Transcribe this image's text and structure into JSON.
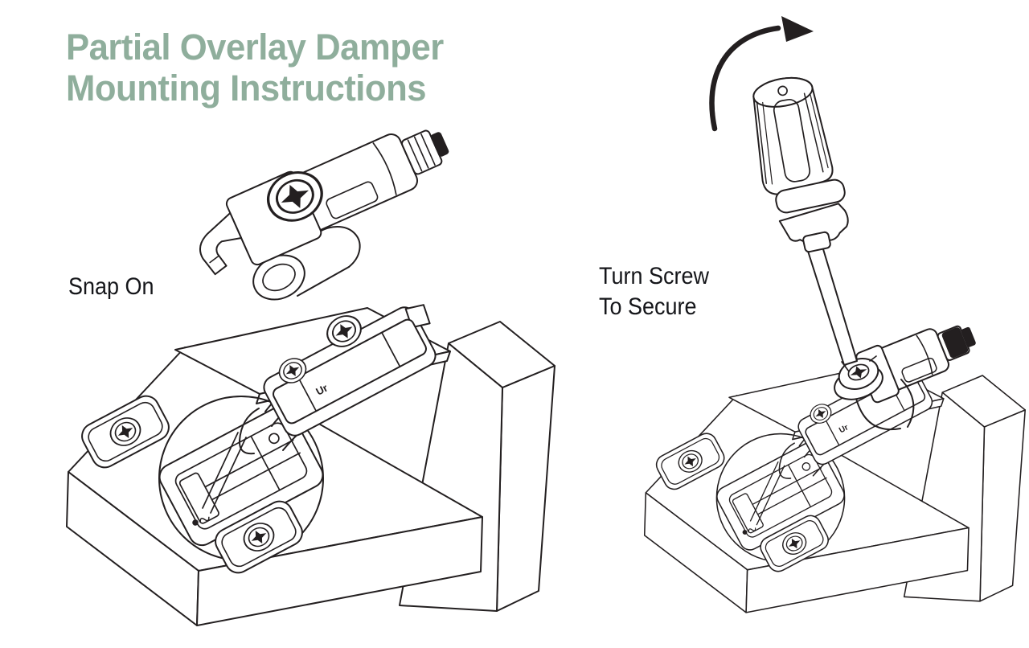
{
  "title": {
    "line1": "Partial Overlay Damper",
    "line2": "Mounting Instructions",
    "color": "#8fae9c"
  },
  "steps": [
    {
      "id": "snap-on",
      "label": "Snap On"
    },
    {
      "id": "turn-screw",
      "label_line1": "Turn Screw",
      "label_line2": "To Secure"
    }
  ],
  "diagram": {
    "background": "#ffffff",
    "line_color": "#231f20",
    "arm_marking": "Ur",
    "elements": [
      "door-panel",
      "cabinet-panel",
      "concealed-hinge",
      "hinge-cup",
      "mounting-plate",
      "phillips-screw",
      "mounting-pad",
      "damper",
      "screwdriver",
      "rotation-arrow"
    ]
  }
}
